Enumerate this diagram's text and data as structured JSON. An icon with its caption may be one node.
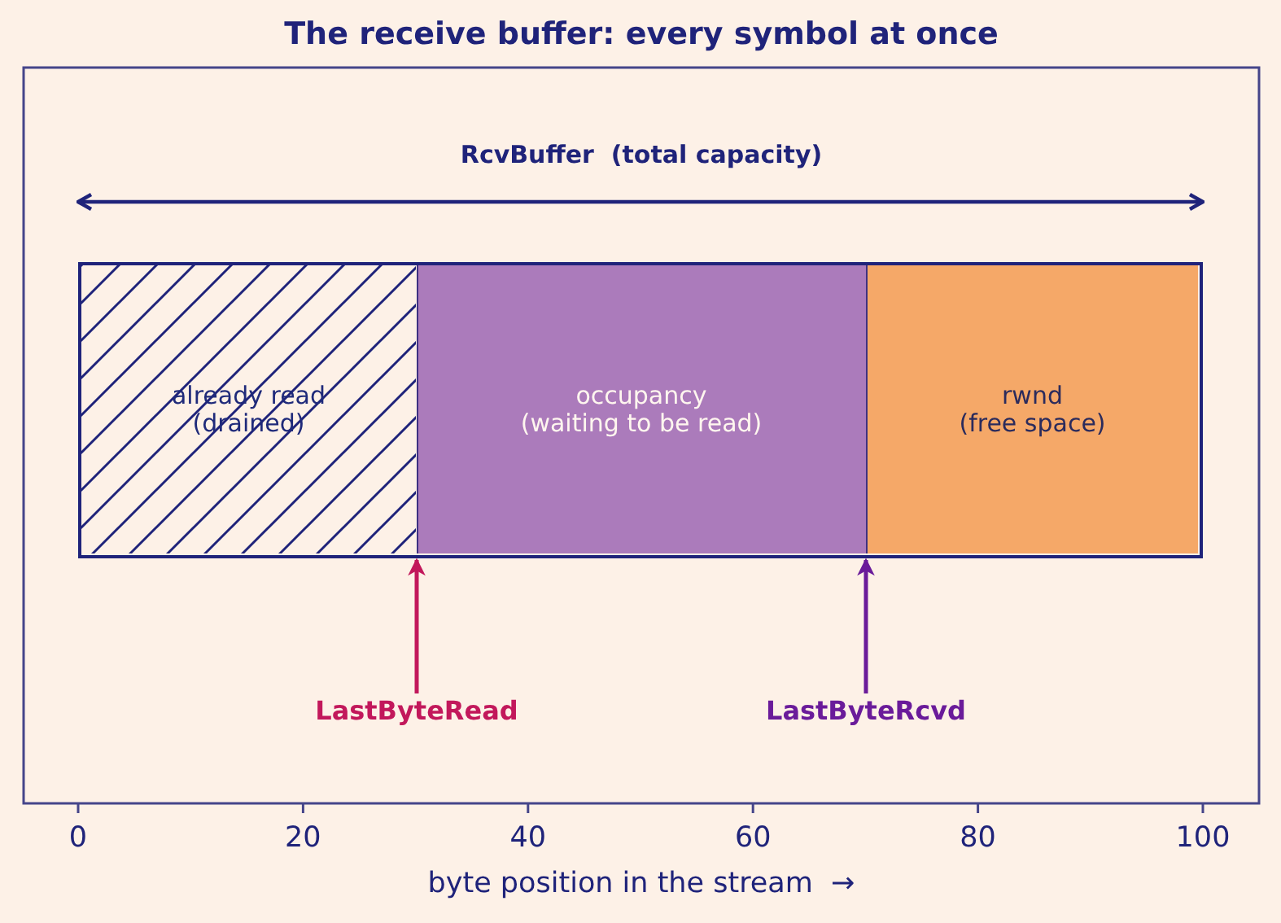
{
  "diagram": {
    "title": "The receive buffer: every symbol at once",
    "nodes": [
      {
        "text": [],
        "shape": "bar"
      },
      {
        "text": [
          "already read",
          "(drained)"
        ],
        "in": 0
      },
      {
        "text": [
          "occupancy",
          "(waiting to be read)"
        ],
        "in": 0
      },
      {
        "text": [
          "rwnd",
          "(free space)"
        ],
        "in": 0
      },
      {
        "text": [
          "LastByteRead"
        ]
      },
      {
        "text": [
          "LastByteRcvd"
        ]
      }
    ],
    "edges": [
      {
        "from": 4,
        "to": 0,
        "arrow": "to",
        "color": "#c2185b"
      },
      {
        "from": 5,
        "to": 0,
        "arrow": "to",
        "color": "#6a1b9a"
      }
    ],
    "labels": [
      "RcvBuffer  (total capacity)",
      "0",
      "20",
      "40",
      "60",
      "80",
      "100",
      "byte position in the stream  →"
    ]
  }
}
